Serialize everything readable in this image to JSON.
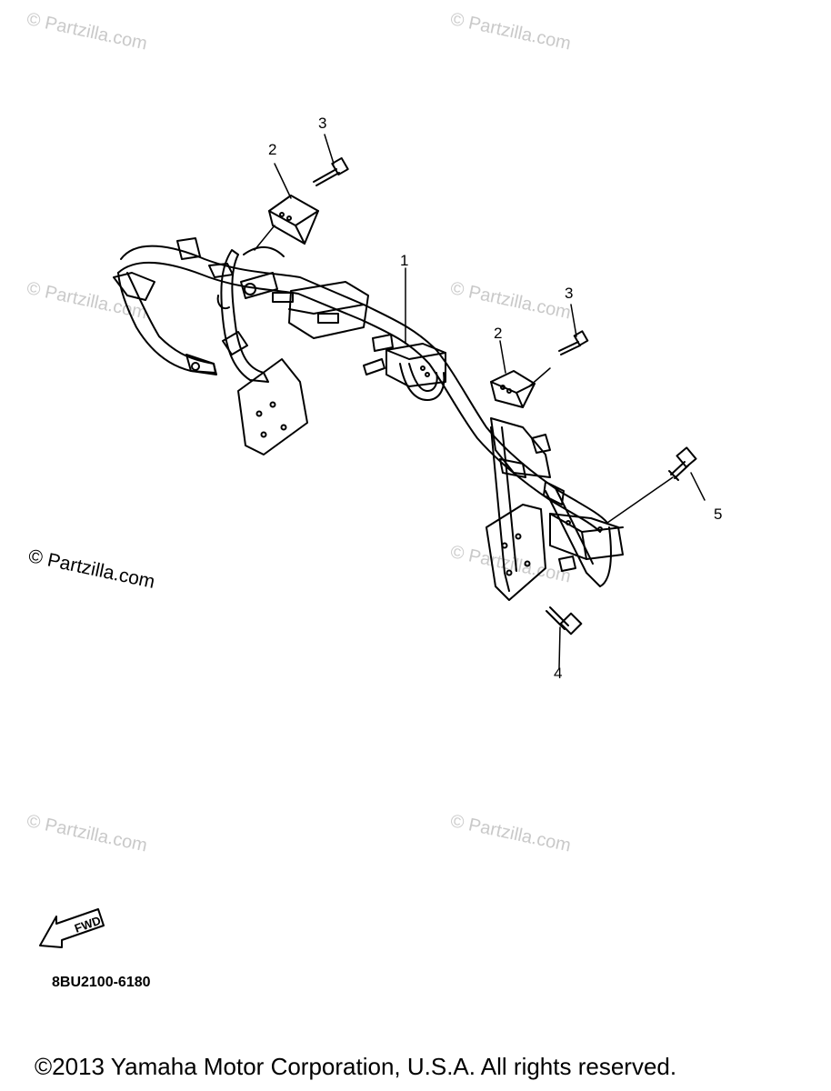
{
  "watermarks": {
    "text": "© Partzilla.com",
    "prominent_text": "© Partzilla.com"
  },
  "callouts": {
    "c1": "1",
    "c2a": "2",
    "c3a": "3",
    "c2b": "2",
    "c3b": "3",
    "c5": "5",
    "c4": "4"
  },
  "fwd_badge": "FWD",
  "diagram_code": "8BU2100-6180",
  "copyright": "©2013  Yamaha Motor Corporation, U.S.A. All rights reserved.",
  "colors": {
    "line": "#000000",
    "watermark": "#c9c9c9",
    "background": "#ffffff"
  }
}
